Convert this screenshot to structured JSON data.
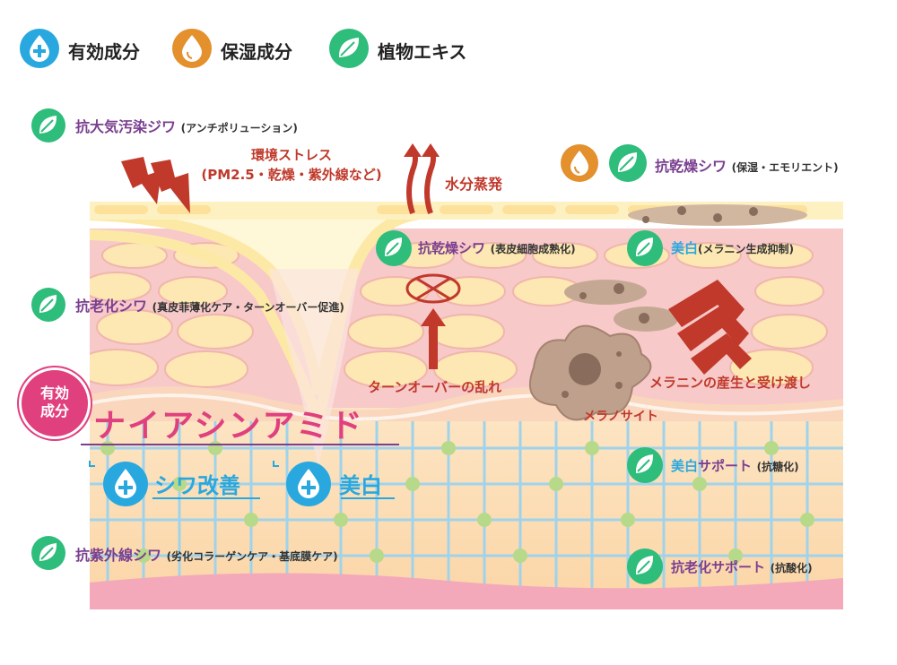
{
  "legend": [
    {
      "label": "有効成分",
      "icon": "plus-drop-icon",
      "color": "#29a8df"
    },
    {
      "label": "保湿成分",
      "icon": "drop-icon",
      "color": "#e3902d"
    },
    {
      "label": "植物エキス",
      "icon": "leaf-icon",
      "color": "#2ebd7b"
    }
  ],
  "left_labels": [
    {
      "title": "抗大気汚染ジワ",
      "note": "(アンチポリューション)"
    },
    {
      "title": "抗老化シワ",
      "note": "(真皮菲薄化ケア・ターンオーバー促進)"
    },
    {
      "title": "抗紫外線シワ",
      "note": "(劣化コラーゲンケア・基底膜ケア)"
    }
  ],
  "stress": {
    "line1": "環境ストレス",
    "line2": "(PM2.5・乾燥・紫外線など)"
  },
  "evaporation": "水分蒸発",
  "dry_top": {
    "title": "抗乾燥シワ",
    "note": "(保湿・エモリエント)"
  },
  "dry_mid": {
    "title": "抗乾燥シワ",
    "note": "(表皮細胞成熟化)"
  },
  "whitening": {
    "title": "美白",
    "note": "(メラニン生成抑制)"
  },
  "turnover": "ターンオーバーの乱れ",
  "melanin": "メラニンの産生と受け渡し",
  "melanocyte": "メラノサイト",
  "niacinamide": {
    "badge_line1": "有効",
    "badge_line2": "成分",
    "name": "ナイアシンアミド",
    "benefit1": "シワ改善",
    "benefit2": "美白"
  },
  "support1": {
    "title_a": "美白",
    "title_b": "サポート",
    "note": "(抗糖化)"
  },
  "support2": {
    "title": "抗老化サポート",
    "note": "(抗酸化)"
  },
  "colors": {
    "accent_purple": "#7a3f8f",
    "accent_pink": "#e0407e",
    "accent_blue": "#29a8df",
    "stress_red": "#c0392b",
    "leaf_green": "#2ebd7b",
    "drop_orange": "#e3902d"
  }
}
